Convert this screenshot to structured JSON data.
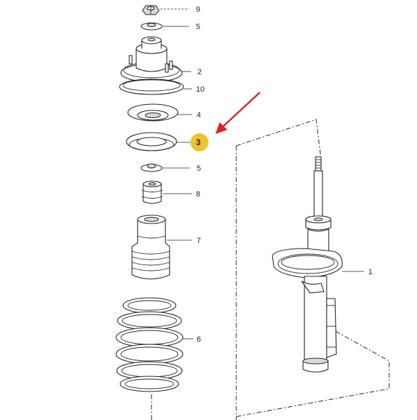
{
  "callouts": {
    "nut": "9",
    "washer_top": "5",
    "strut_mount": "2",
    "mount_gasket": "10",
    "upper_spring_seat": "4",
    "spring_pad": "3",
    "washer_lower": "5",
    "bump_stop": "8",
    "dust_boot": "7",
    "coil_spring": "6",
    "strut": "1"
  },
  "highlight": {
    "color": "#f2c12e",
    "arrow_color": "#e02020",
    "label": "3"
  }
}
